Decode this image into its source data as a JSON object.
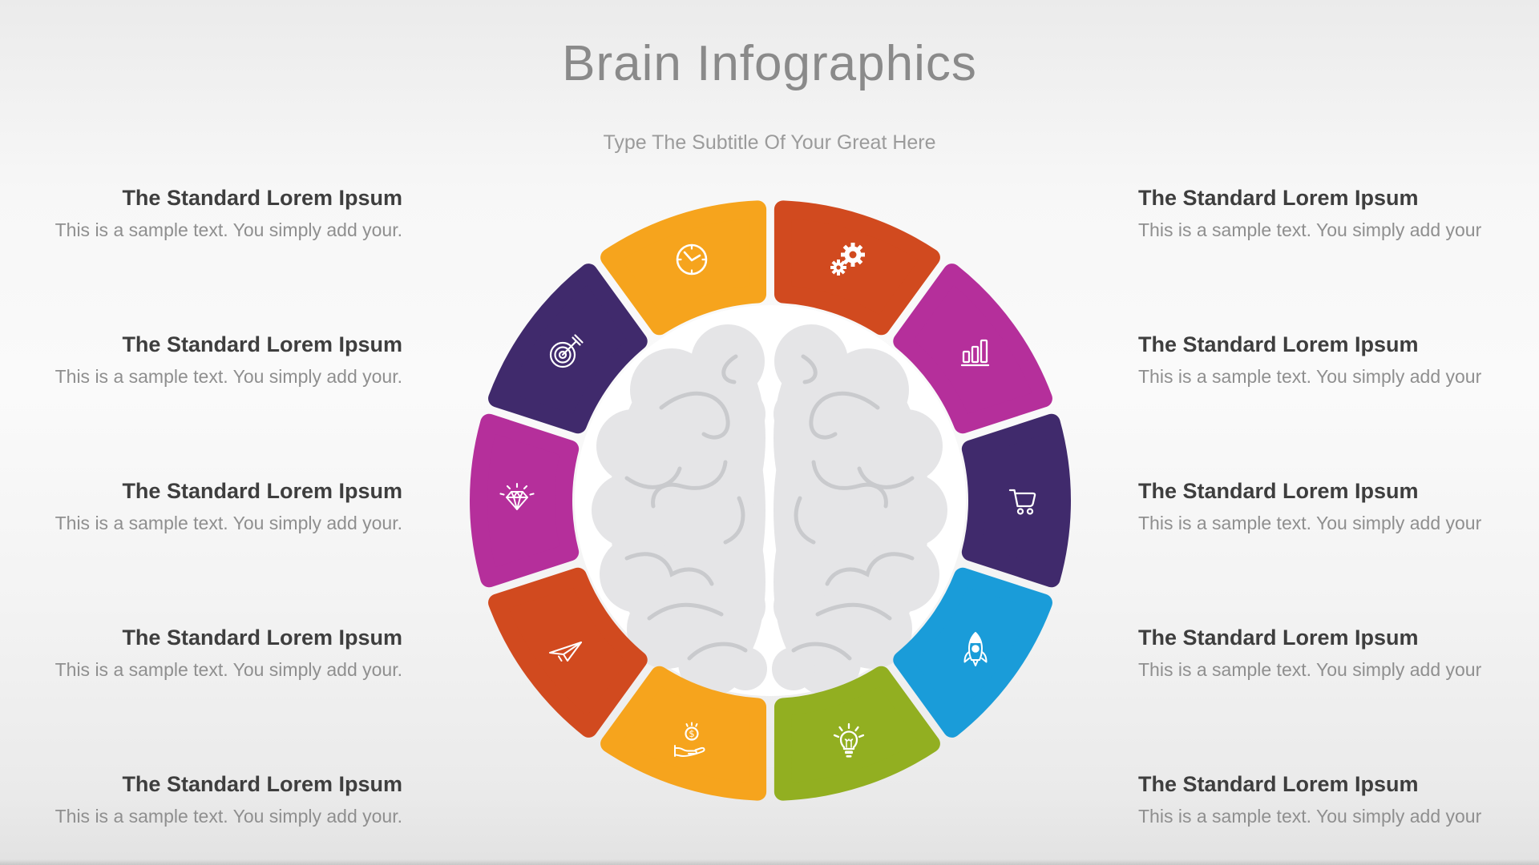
{
  "slide": {
    "title": "Brain Infographics",
    "subtitle": "Type The Subtitle Of Your Great Here"
  },
  "left_items": [
    {
      "heading": "The Standard Lorem Ipsum",
      "body": "This is a sample text. You simply add your."
    },
    {
      "heading": "The Standard Lorem Ipsum",
      "body": "This is a sample text. You simply add your."
    },
    {
      "heading": "The Standard Lorem Ipsum",
      "body": "This is a sample text. You simply add your."
    },
    {
      "heading": "The Standard Lorem Ipsum",
      "body": "This is a sample text. You simply add your."
    },
    {
      "heading": "The Standard Lorem Ipsum",
      "body": "This is a sample text. You simply add your."
    }
  ],
  "right_items": [
    {
      "heading": "The Standard Lorem Ipsum",
      "body": "This is a sample text. You simply add your"
    },
    {
      "heading": "The Standard Lorem Ipsum",
      "body": "This is a sample text. You simply add your"
    },
    {
      "heading": "The Standard Lorem Ipsum",
      "body": "This is a sample text. You simply add your"
    },
    {
      "heading": "The Standard Lorem Ipsum",
      "body": "This is a sample text. You simply add your"
    },
    {
      "heading": "The Standard Lorem Ipsum",
      "body": "This is a sample text. You simply add your"
    }
  ],
  "diagram": {
    "center": "brain-illustration",
    "colors": {
      "brain_fill": "#e5e5e7",
      "brain_lines": "#c9cacd",
      "inner_circle": "#ffffff"
    },
    "segments": [
      {
        "label": "settings",
        "icon": "gears-icon",
        "color": "#d14a1f"
      },
      {
        "label": "growth",
        "icon": "bar-chart-icon",
        "color": "#b52f9b"
      },
      {
        "label": "shopping",
        "icon": "cart-icon",
        "color": "#402a6c"
      },
      {
        "label": "launch",
        "icon": "rocket-icon",
        "color": "#1a9cd9"
      },
      {
        "label": "idea",
        "icon": "lightbulb-icon",
        "color": "#92af21"
      },
      {
        "label": "income",
        "icon": "hand-coin-icon",
        "color": "#f6a41d"
      },
      {
        "label": "message",
        "icon": "paper-plane-icon",
        "color": "#d14a1f"
      },
      {
        "label": "premium",
        "icon": "diamond-icon",
        "color": "#b52f9b"
      },
      {
        "label": "targeting",
        "icon": "target-icon",
        "color": "#402a6c"
      },
      {
        "label": "time",
        "icon": "clock-icon",
        "color": "#f6a41d"
      }
    ]
  }
}
